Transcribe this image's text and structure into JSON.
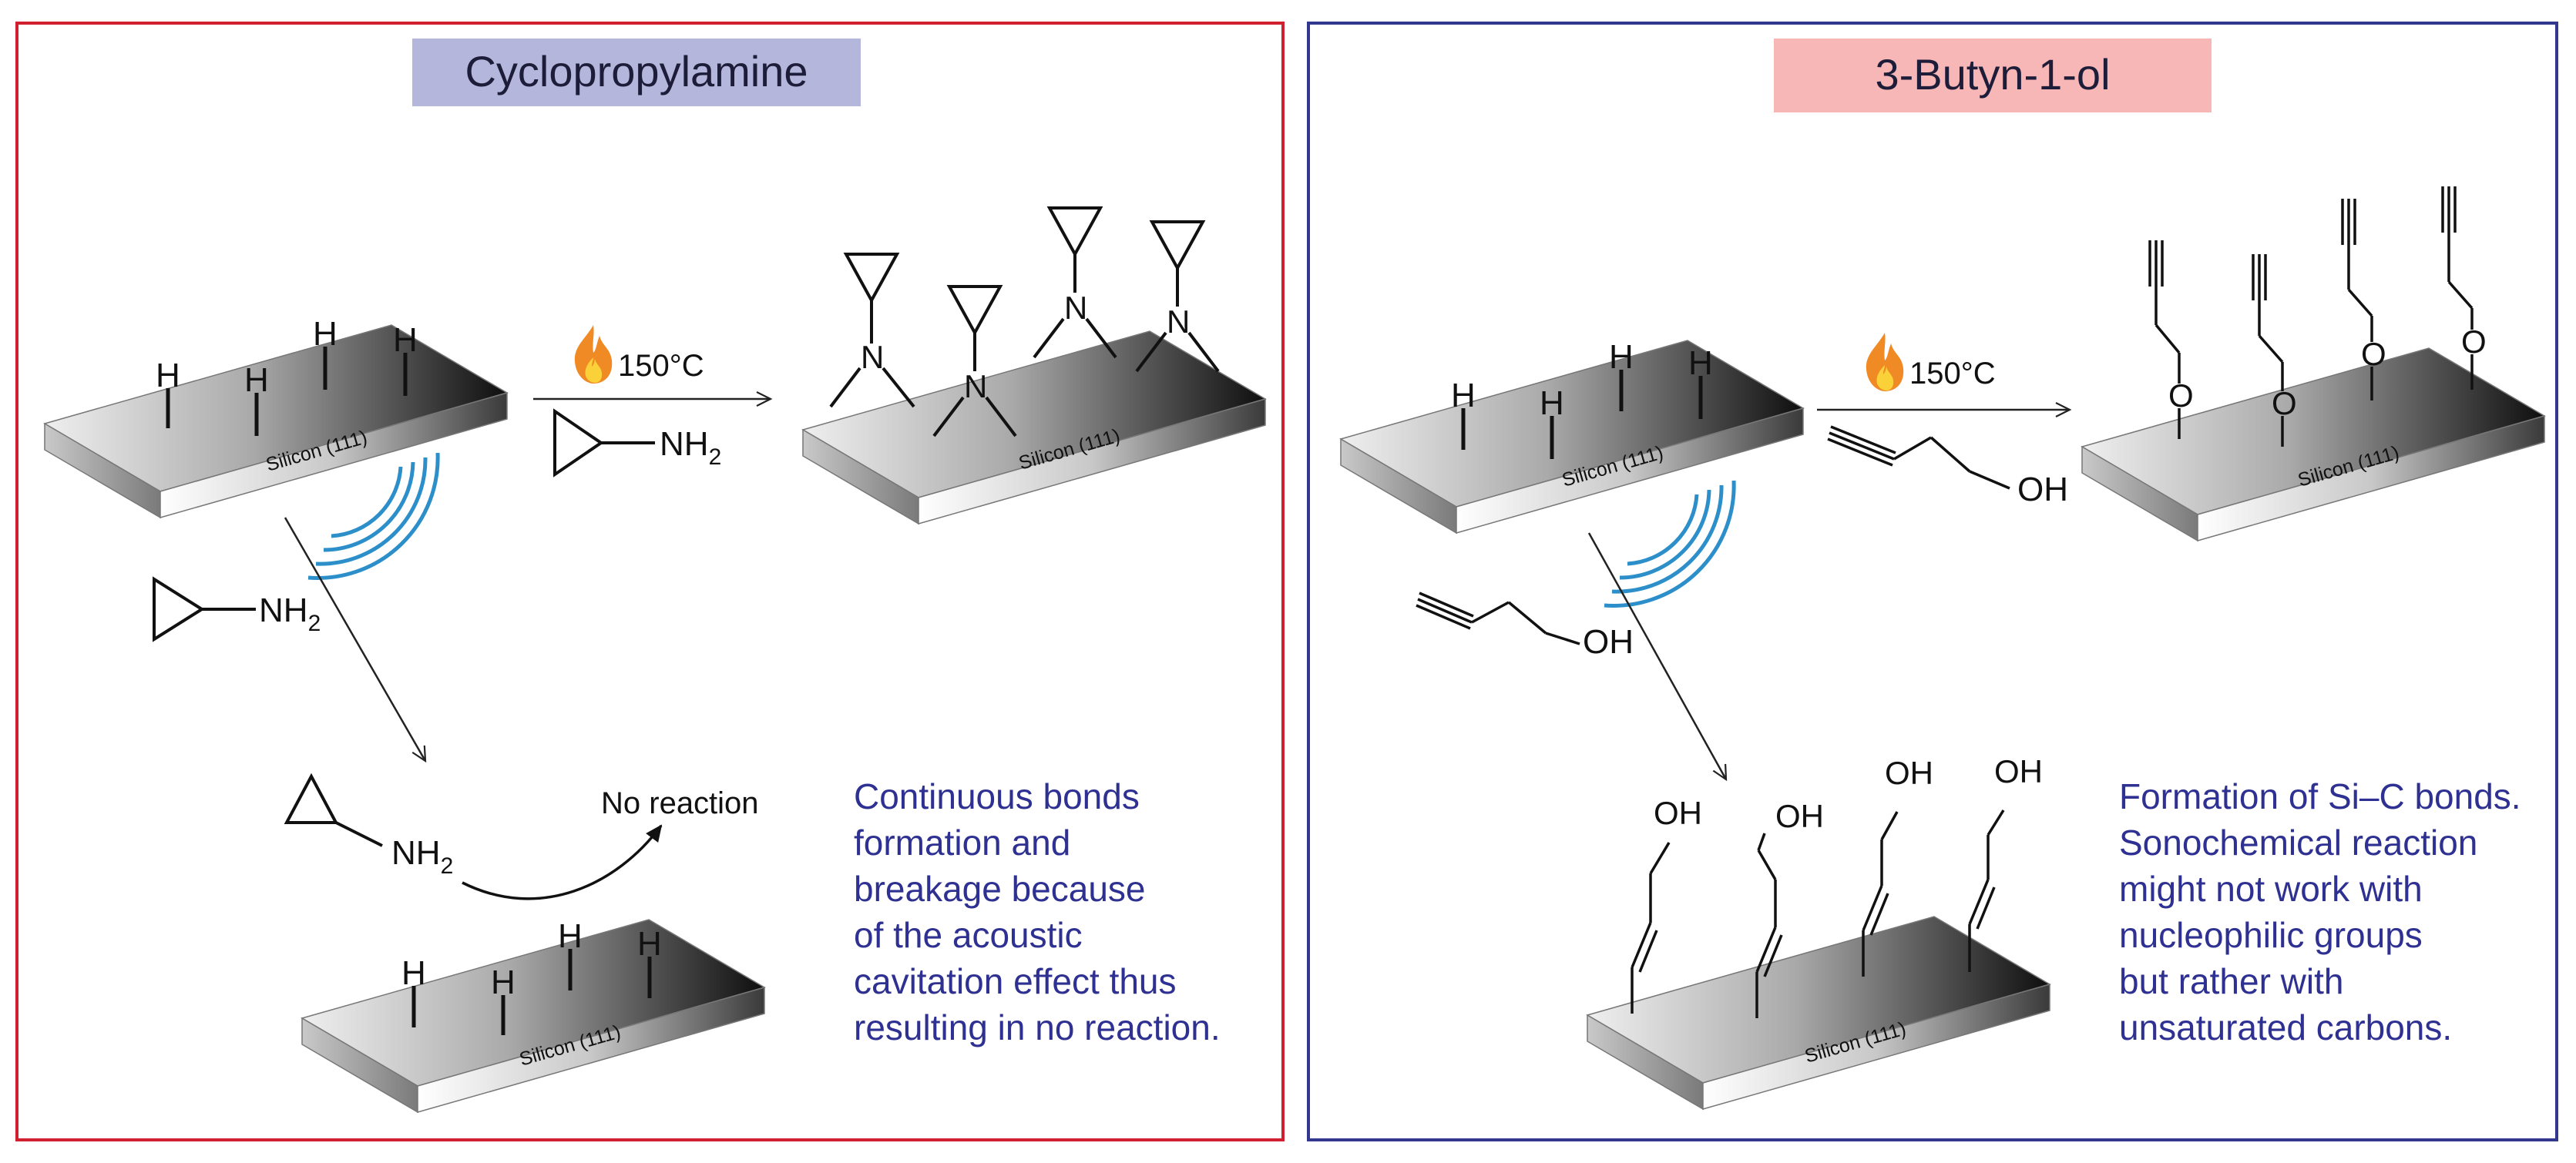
{
  "left_panel": {
    "title": "Cyclopropylamine",
    "title_bg": "#b4b6db",
    "frame_color": "#d02030",
    "heat_label": "150°C",
    "reagent_label": "NH",
    "reagent_subscript": "2",
    "h_label": "H",
    "n_label": "N",
    "surface_label": "Silicon (111)",
    "no_reaction_label": "No reaction",
    "description_lines": [
      "Continuous bonds",
      "formation and",
      "breakage because",
      "of the acoustic",
      "cavitation effect thus",
      "resulting in no reaction."
    ]
  },
  "right_panel": {
    "title": "3-Butyn-1-ol",
    "title_bg": "#f6b7b6",
    "frame_color": "#33388f",
    "heat_label": "150°C",
    "reagent_label": "OH",
    "h_label": "H",
    "o_label": "O",
    "surface_label": "Silicon (111)",
    "description_lines": [
      "Formation of Si–C bonds.",
      "Sonochemical reaction",
      "might not work with",
      "nucleophilic groups",
      "but rather with",
      "unsaturated carbons."
    ]
  },
  "colors": {
    "sound_waves": "#2c8fc9",
    "flame_outer": "#f08a24",
    "flame_inner": "#fbd13a",
    "description_text": "#2e3192"
  },
  "icons": [
    "flame-icon",
    "ultrasound-waves-icon"
  ]
}
